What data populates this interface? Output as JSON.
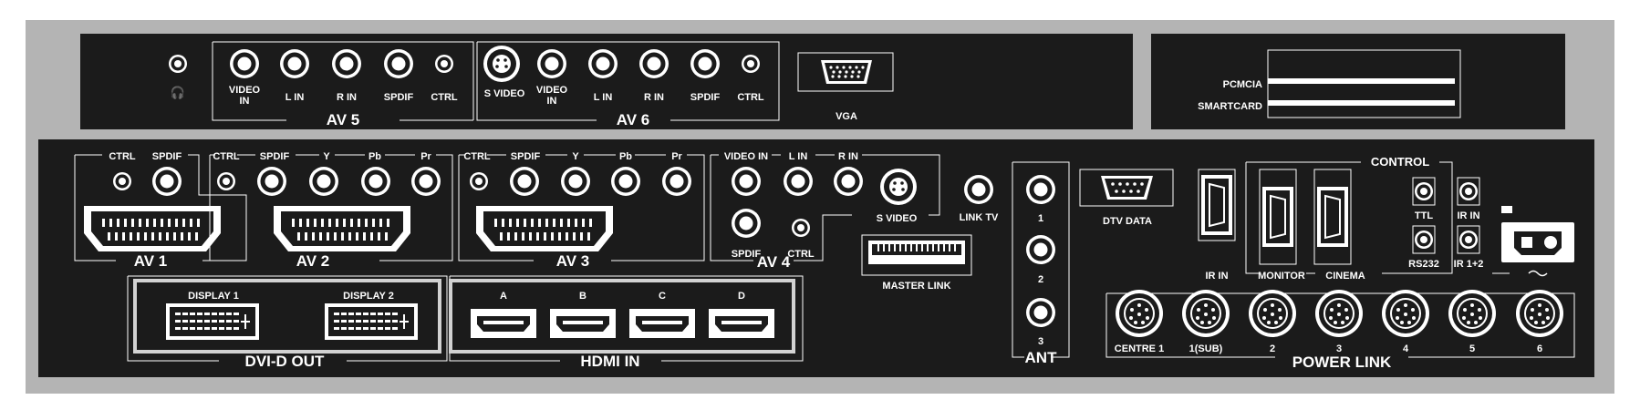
{
  "top_left": {
    "av5_labels": [
      "VIDEO IN",
      "L IN",
      "R IN",
      "SPDIF",
      "CTRL"
    ],
    "av5_title": "AV 5",
    "av6_labels": [
      "S VIDEO",
      "VIDEO IN",
      "L IN",
      "R IN",
      "SPDIF",
      "CTRL"
    ],
    "av6_title": "AV 6",
    "vga_label": "VGA",
    "headphone_icon": "headphone-icon"
  },
  "top_right": {
    "slots": [
      "PCMCIA",
      "SMARTCARD"
    ]
  },
  "main": {
    "av1": {
      "labels": [
        "CTRL",
        "SPDIF"
      ],
      "title": "AV 1"
    },
    "av2": {
      "labels": [
        "CTRL",
        "SPDIF",
        "Y",
        "Pb",
        "Pr"
      ],
      "title": "AV 2"
    },
    "av3": {
      "labels": [
        "CTRL",
        "SPDIF",
        "Y",
        "Pb",
        "Pr"
      ],
      "title": "AV 3"
    },
    "av4": {
      "labels": [
        "VIDEO IN",
        "L IN",
        "R IN",
        "S VIDEO",
        "SPDIF",
        "CTRL"
      ],
      "title": "AV 4"
    },
    "link_tv": "LINK TV",
    "master_link": "MASTER LINK",
    "ant": {
      "labels": [
        "1",
        "2",
        "3"
      ],
      "title": "ANT"
    },
    "dtv_data": "DTV DATA",
    "ir_in": "IR IN",
    "control": {
      "title": "CONTROL",
      "labels": [
        "MONITOR",
        "CINEMA",
        "TTL",
        "IR IN",
        "RS232",
        "IR 1+2"
      ]
    },
    "power_icon": "power-inlet-icon",
    "power_link": {
      "labels": [
        "CENTRE 1",
        "1(SUB)",
        "2",
        "3",
        "4",
        "5",
        "6"
      ],
      "title": "POWER LINK"
    },
    "dvi": {
      "labels": [
        "DISPLAY 1",
        "DISPLAY 2"
      ],
      "title": "DVI-D  OUT"
    },
    "hdmi": {
      "labels": [
        "A",
        "B",
        "C",
        "D"
      ],
      "title": "HDMI  IN"
    }
  }
}
